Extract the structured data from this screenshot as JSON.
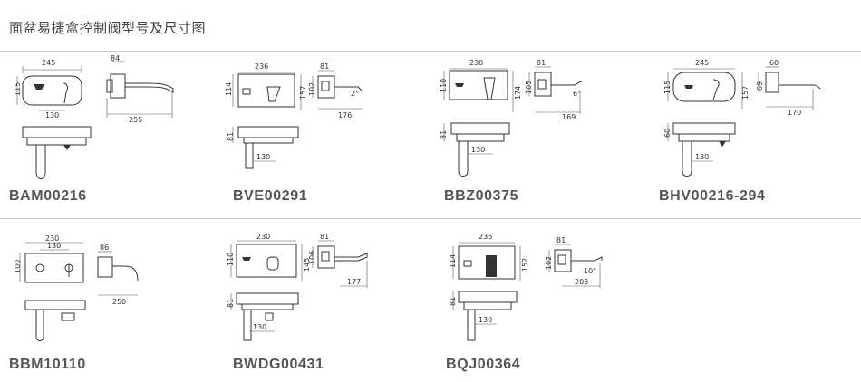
{
  "page": {
    "title": "面盆易捷盒控制阀型号及尺寸图"
  },
  "products": [
    {
      "model": "BAM00216",
      "dims": {
        "face_w": "245",
        "face_h": "115",
        "spacing": "130",
        "depth": "84",
        "spout": "255"
      }
    },
    {
      "model": "BVE00291",
      "dims": {
        "face_w": "236",
        "face_h": "114",
        "total_h": "157",
        "box_d": "81",
        "box_h": "102",
        "angle": "2°",
        "spout": "176",
        "body": "81",
        "spacing": "130"
      }
    },
    {
      "model": "BBZ00375",
      "dims": {
        "face_w": "230",
        "face_h": "110",
        "total_h": "174",
        "box_d": "81",
        "box_h": "105",
        "angle": "6°",
        "spout": "169",
        "body": "81",
        "spacing": "130"
      }
    },
    {
      "model": "BHV00216-294",
      "dims": {
        "face_w": "245",
        "face_h": "115",
        "total_h": "157",
        "box_d": "60",
        "box_h": "69",
        "spout": "170",
        "body": "60",
        "spacing": "130"
      }
    },
    {
      "model": "BBM10110",
      "dims": {
        "face_w": "230",
        "spacing_top": "130",
        "face_h": "100",
        "depth": "86",
        "spout": "250"
      }
    },
    {
      "model": "BWDG00431",
      "dims": {
        "face_w": "230",
        "face_h": "110",
        "total_h": "145",
        "box_d": "81",
        "box_h": "106",
        "spout": "177",
        "body": "81",
        "spacing": "130"
      }
    },
    {
      "model": "BQJ00364",
      "dims": {
        "face_w": "236",
        "face_h": "114",
        "total_h": "152",
        "box_d": "81",
        "box_h": "102",
        "angle": "10°",
        "spout": "203",
        "body": "81",
        "spacing": "130"
      }
    }
  ]
}
